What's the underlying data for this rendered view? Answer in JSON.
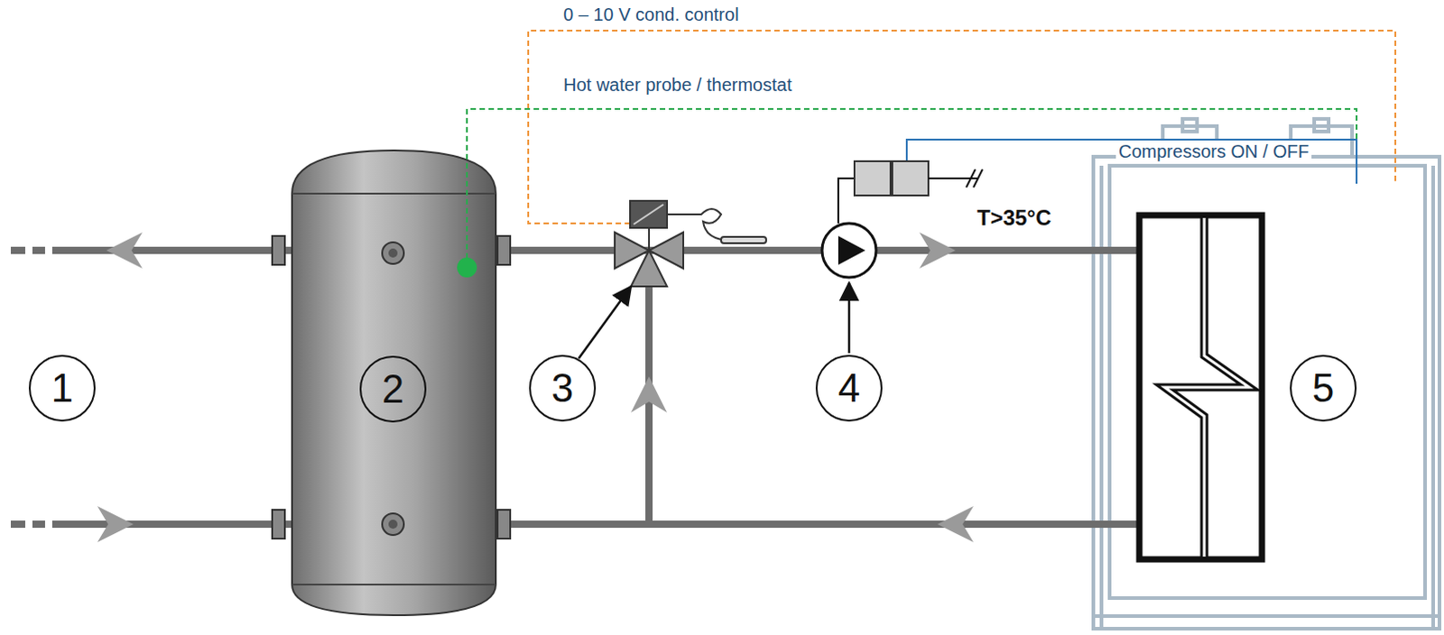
{
  "diagram": {
    "nodes": [
      {
        "text": [
          "1"
        ]
      },
      {
        "text": [
          "2"
        ]
      },
      {
        "text": [
          "3"
        ]
      },
      {
        "text": [
          "4"
        ]
      },
      {
        "text": [
          "5"
        ]
      }
    ],
    "labels": [
      "0 – 10 V cond. control",
      "Hot water probe / thermostat",
      "Compressors ON / OFF",
      "T>35°C"
    ]
  }
}
